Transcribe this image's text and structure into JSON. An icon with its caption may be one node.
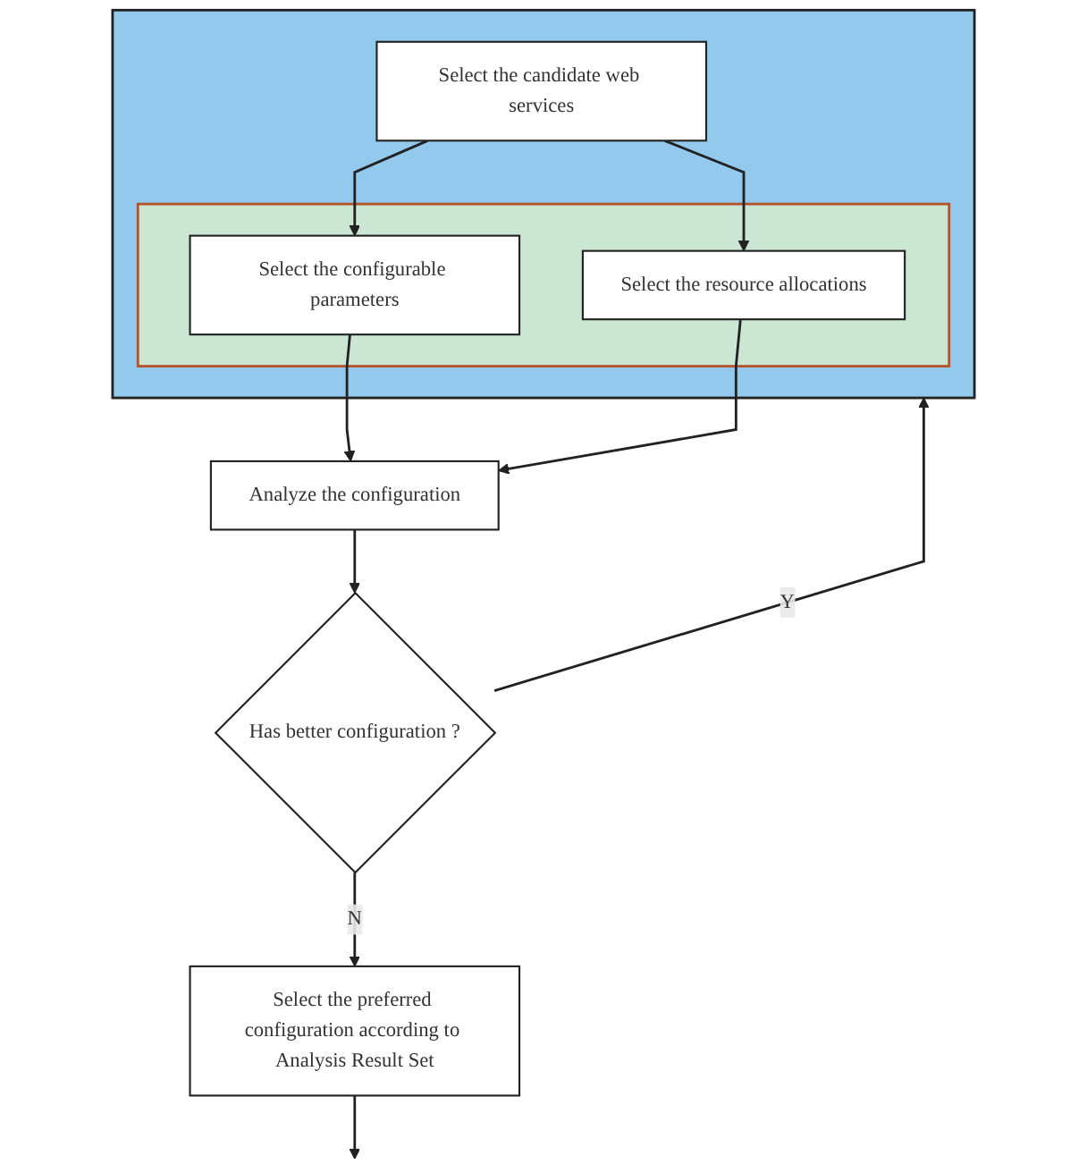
{
  "diagram": {
    "nodes": [
      {
        "text": [],
        "shape": "box"
      },
      {
        "text": [
          "Select the candidate web services"
        ],
        "in": 0
      },
      {
        "text": [],
        "shape": "box",
        "in": 0
      },
      {
        "text": [
          "Select the configurable parameters"
        ],
        "in": 2
      },
      {
        "text": [
          "Select the resource allocations"
        ],
        "in": 2
      },
      {
        "text": [
          "Analyze the configuration"
        ]
      },
      {
        "text": [
          "Has better configuration ?"
        ]
      },
      {
        "text": [
          "Select the preferred configuration according to Analysis Result Set"
        ]
      }
    ],
    "edges": [
      {
        "from": 1,
        "to": 3,
        "arrow": "to"
      },
      {
        "from": 1,
        "to": 4,
        "arrow": "to"
      },
      {
        "from": 3,
        "to": 5,
        "arrow": "to"
      },
      {
        "from": 4,
        "to": 5,
        "arrow": "to"
      },
      {
        "from": 5,
        "to": 6,
        "arrow": "to"
      },
      {
        "from": 6,
        "to": 0,
        "label": "Y",
        "arrow": "to"
      },
      {
        "from": 6,
        "to": 7,
        "label": "N",
        "arrow": "to"
      },
      {
        "from": 7,
        "to": null,
        "arrow": "to"
      }
    ]
  }
}
